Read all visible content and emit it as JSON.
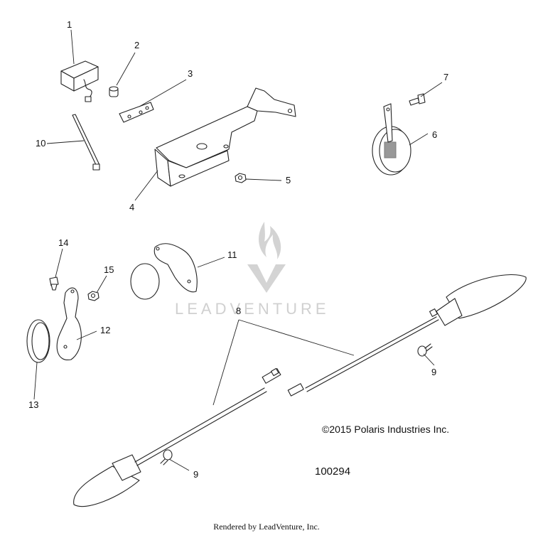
{
  "callouts": [
    "1",
    "2",
    "3",
    "4",
    "5",
    "6",
    "7",
    "8",
    "9",
    "9",
    "10",
    "11",
    "12",
    "13",
    "14",
    "15"
  ],
  "watermark": {
    "text": "LEADVENTURE"
  },
  "copyright": "©2015 Polaris Industries Inc.",
  "drawing_number": "100294",
  "footer": "Rendered by LeadVenture, Inc."
}
